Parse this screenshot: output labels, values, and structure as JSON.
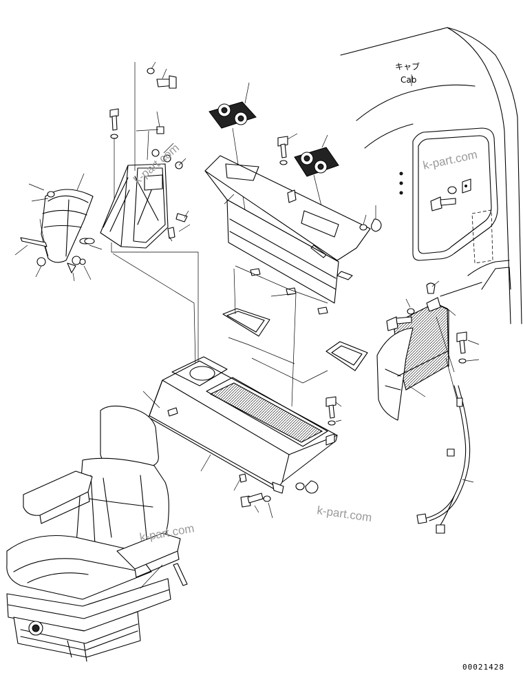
{
  "cab_label_jp": "キャブ",
  "cab_label_en": "Cab",
  "watermarks": [
    "k-part.com",
    "k-part.com",
    "k-part.com",
    "k-part.com"
  ],
  "drawing_code": "00021428"
}
